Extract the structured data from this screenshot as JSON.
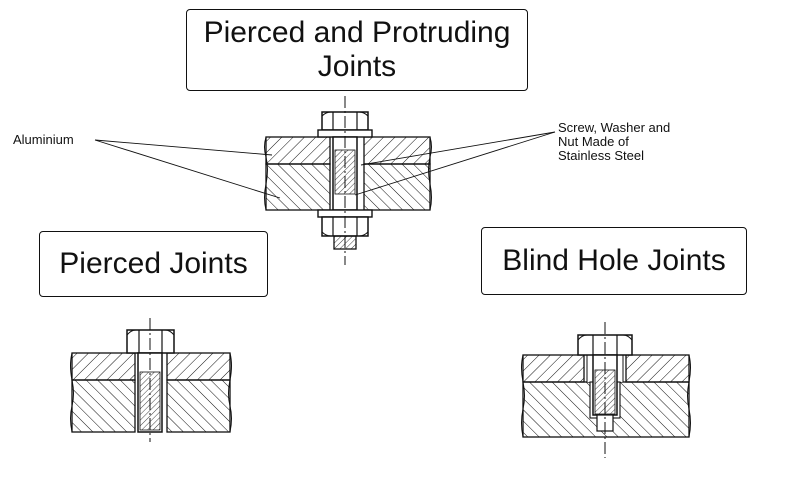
{
  "titles": {
    "protruding": "Pierced and Protruding\nJoints",
    "pierced": "Pierced Joints",
    "blind": "Blind Hole Joints"
  },
  "labels": {
    "aluminium": "Aluminium",
    "fastener": "Screw, Washer and\nNut Made of\nStainless Steel"
  },
  "colors": {
    "line": "#111111",
    "background": "#ffffff"
  }
}
